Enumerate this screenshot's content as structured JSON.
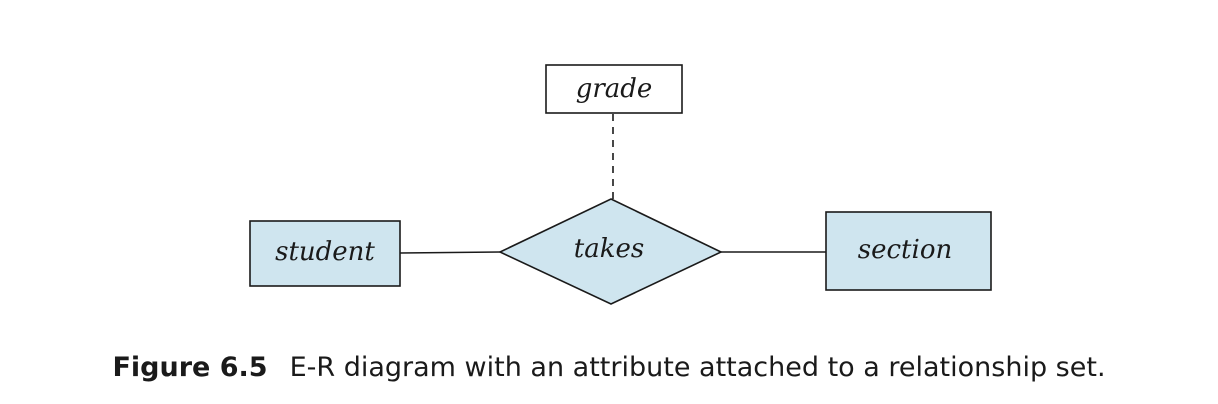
{
  "diagram": {
    "entities": {
      "student": "student",
      "section": "section"
    },
    "relationship": "takes",
    "attribute": "grade",
    "colors": {
      "entity_fill": "#cfe5ef",
      "relationship_fill": "#cfe5ef",
      "attribute_fill": "#ffffff",
      "stroke": "#1a1a1a"
    }
  },
  "caption": {
    "figure_number": "Figure 6.5",
    "text": "E-R diagram with an attribute attached to a relationship set."
  }
}
